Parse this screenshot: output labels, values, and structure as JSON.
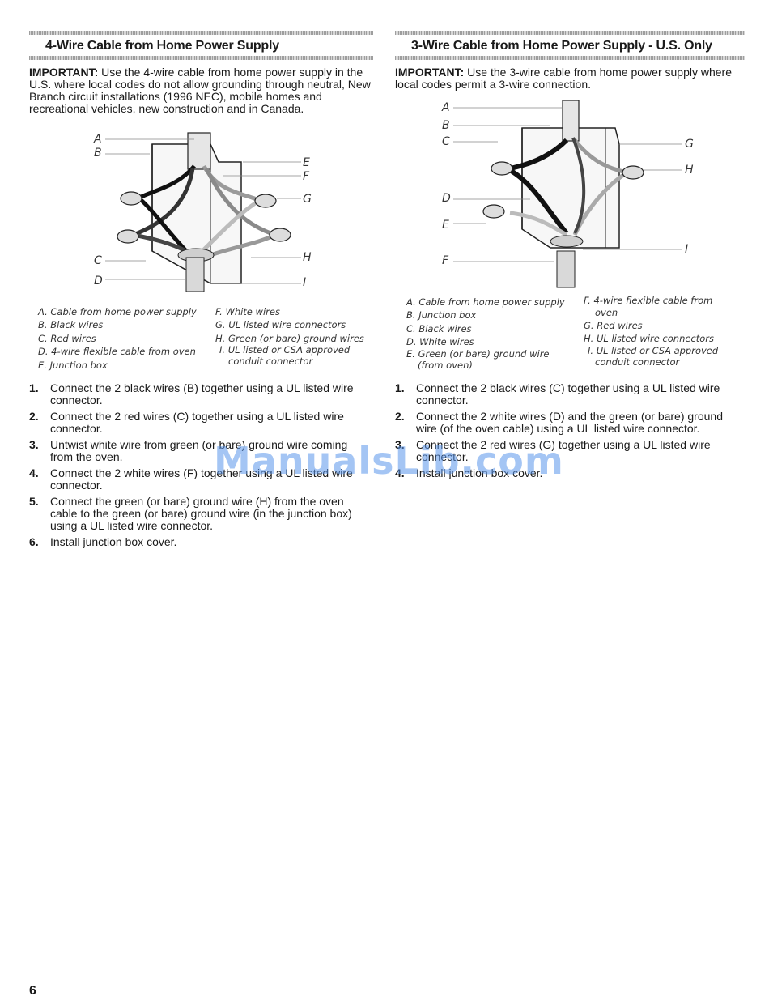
{
  "left": {
    "title": "4-Wire Cable from Home Power Supply",
    "important_label": "IMPORTANT:",
    "important_text": " Use the 4-wire cable from home power supply in the U.S. where local codes do not allow grounding through neutral, New Branch circuit installations (1996 NEC), mobile homes and recreational vehicles, new construction and in Canada.",
    "figure_labels": [
      "A",
      "B",
      "C",
      "D",
      "E",
      "F",
      "G",
      "H",
      "I"
    ],
    "legend_col1": [
      "A. Cable from home power supply",
      "B. Black wires",
      "C. Red wires",
      "D. 4-wire flexible cable from oven",
      "E. Junction box"
    ],
    "legend_col2": [
      "F. White wires",
      "G. UL listed wire connectors",
      "H. Green (or bare) ground wires",
      "I. UL listed or CSA approved",
      "conduit connector"
    ],
    "steps": [
      {
        "num": "1.",
        "text": "Connect the 2 black wires (B) together using a UL listed wire connector."
      },
      {
        "num": "2.",
        "text": "Connect the 2 red wires (C) together using a UL listed wire connector."
      },
      {
        "num": "3.",
        "text": "Untwist white wire from green (or bare) ground wire coming from the oven."
      },
      {
        "num": "4.",
        "text": "Connect the 2 white wires (F) together using a UL listed wire connector."
      },
      {
        "num": "5.",
        "text": "Connect the green (or bare) ground wire (H) from the oven cable to the green (or bare) ground wire (in the junction box) using a UL listed wire connector."
      },
      {
        "num": "6.",
        "text": "Install junction box cover."
      }
    ]
  },
  "right": {
    "title": "3-Wire Cable from Home Power Supply - U.S. Only",
    "important_label": "IMPORTANT:",
    "important_text": " Use the 3-wire cable from home power supply where local codes permit a 3-wire connection.",
    "figure_labels": [
      "A",
      "B",
      "C",
      "D",
      "E",
      "F",
      "G",
      "H",
      "I"
    ],
    "legend_col1": [
      "A. Cable from home power supply",
      "B. Junction box",
      "C. Black wires",
      "D. White wires",
      "E. Green (or bare) ground wire",
      "(from oven)"
    ],
    "legend_col2": [
      "F. 4-wire flexible cable from",
      "oven",
      "G. Red wires",
      "H. UL listed wire connectors",
      "I. UL listed or CSA approved",
      "conduit connector"
    ],
    "steps": [
      {
        "num": "1.",
        "text": "Connect the 2 black wires (C) together using a UL listed wire connector."
      },
      {
        "num": "2.",
        "text": "Connect the 2 white wires (D) and the green (or bare) ground wire (of the oven cable) using a UL listed wire connector."
      },
      {
        "num": "3.",
        "text": "Connect the 2 red wires (G) together using a UL listed wire connector."
      },
      {
        "num": "4.",
        "text": "Install junction box cover."
      }
    ]
  },
  "watermark": "ManualsLib.com",
  "page_number": "6"
}
